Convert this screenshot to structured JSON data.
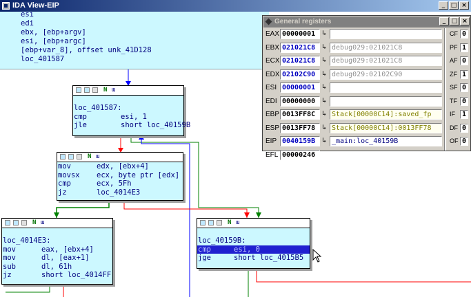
{
  "window": {
    "title": "IDA View-EIP",
    "minimize": "_",
    "maximize": "□",
    "close": "×"
  },
  "top_block": [
    {
      "text": "esi"
    },
    {
      "text": "edi"
    },
    {
      "text": "ebx, [ebp+argv]"
    },
    {
      "text": "esi, [ebp+argc]"
    },
    {
      "text": "[ebp+var_8], offset unk_41D128"
    },
    {
      "text": "loc_401587"
    }
  ],
  "node_header": {
    "n": "N",
    "ul": "ɯ"
  },
  "node1": {
    "label": "loc_401587:",
    "lines": [
      {
        "mn": "cmp",
        "op": "esi, 1"
      },
      {
        "mn": "jle",
        "op": "short loc_40159B"
      }
    ]
  },
  "node2": {
    "lines": [
      {
        "mn": "mov",
        "op": "edx, [ebx+4]"
      },
      {
        "mn": "movsx",
        "op": "ecx, byte ptr [edx]"
      },
      {
        "mn": "cmp",
        "op": "ecx, 5Fh"
      },
      {
        "mn": "jz",
        "op": "loc_4014E3"
      }
    ]
  },
  "node3": {
    "label": "loc_4014E3:",
    "lines": [
      {
        "mn": "mov",
        "op": "eax, [ebx+4]"
      },
      {
        "mn": "mov",
        "op": "dl, [eax+1]"
      },
      {
        "mn": "sub",
        "op": "dl, 61h"
      },
      {
        "mn": "jz",
        "op": "short loc_4014FF"
      }
    ]
  },
  "node4": {
    "label": "loc_40159B:",
    "lines": [
      {
        "mn": "cmp",
        "op": "esi, 0"
      },
      {
        "mn": "jge",
        "op": "short loc_4015B5"
      }
    ]
  },
  "registers": {
    "title": "General registers",
    "rows": [
      {
        "name": "EAX",
        "value": "00000001",
        "desc": ""
      },
      {
        "name": "EBX",
        "value": "021021C8",
        "desc": "debug029:021021C8"
      },
      {
        "name": "ECX",
        "value": "021021C8",
        "desc": "debug029:021021C8"
      },
      {
        "name": "EDX",
        "value": "02102C90",
        "desc": "debug029:02102C90"
      },
      {
        "name": "ESI",
        "value": "00000001",
        "desc": ""
      },
      {
        "name": "EDI",
        "value": "00000000",
        "desc": ""
      },
      {
        "name": "EBP",
        "value": "0013FF8C",
        "desc": "Stack[00000C14]:saved_fp"
      },
      {
        "name": "ESP",
        "value": "0013FF78",
        "desc": "Stack[00000C14]:0013FF78"
      },
      {
        "name": "EIP",
        "value": "0040159B",
        "desc": "_main:loc_40159B"
      },
      {
        "name": "EFL",
        "value": "00000246",
        "desc": ""
      }
    ],
    "flags": [
      {
        "name": "CF",
        "value": "0"
      },
      {
        "name": "PF",
        "value": "1"
      },
      {
        "name": "AF",
        "value": "0"
      },
      {
        "name": "ZF",
        "value": "1"
      },
      {
        "name": "SF",
        "value": "0"
      },
      {
        "name": "TF",
        "value": "0"
      },
      {
        "name": "IF",
        "value": "1"
      },
      {
        "name": "DF",
        "value": "0"
      },
      {
        "name": "OF",
        "value": "0"
      }
    ]
  },
  "colors": {
    "code": "#000080",
    "node_bg": "#ccf8ff",
    "edge_true": "#008000",
    "edge_false": "#ff0000",
    "edge_jump": "#0000ff",
    "selection": "#2020d0"
  }
}
